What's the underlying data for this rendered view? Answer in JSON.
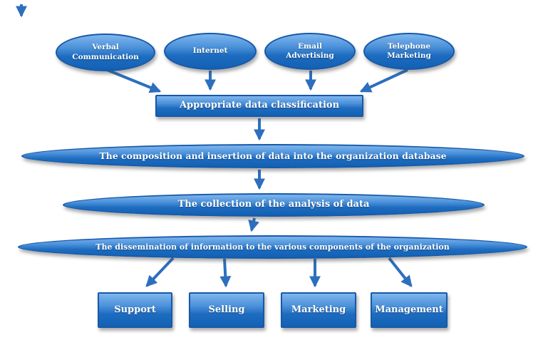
{
  "diagram": {
    "sources": [
      {
        "label": "Verbal Communication"
      },
      {
        "label": "Internet"
      },
      {
        "label": "Email Advertising"
      },
      {
        "label": "Telephone Marketing"
      }
    ],
    "classification": {
      "label": "Appropriate data classification"
    },
    "stages": [
      {
        "label": "The composition and insertion of data into the organization database"
      },
      {
        "label": "The collection of the analysis of data"
      },
      {
        "label": "The dissemination of information to the various components of the organization"
      }
    ],
    "departments": [
      {
        "label": "Support"
      },
      {
        "label": "Selling"
      },
      {
        "label": "Marketing"
      },
      {
        "label": "Management"
      }
    ],
    "colors": {
      "node_gradient_top": "#7fb6ee",
      "node_gradient_bottom": "#1261b4",
      "node_border": "#1859a8",
      "arrow": "#2d6fbe",
      "text": "#ffffff",
      "background": "#ffffff"
    }
  }
}
